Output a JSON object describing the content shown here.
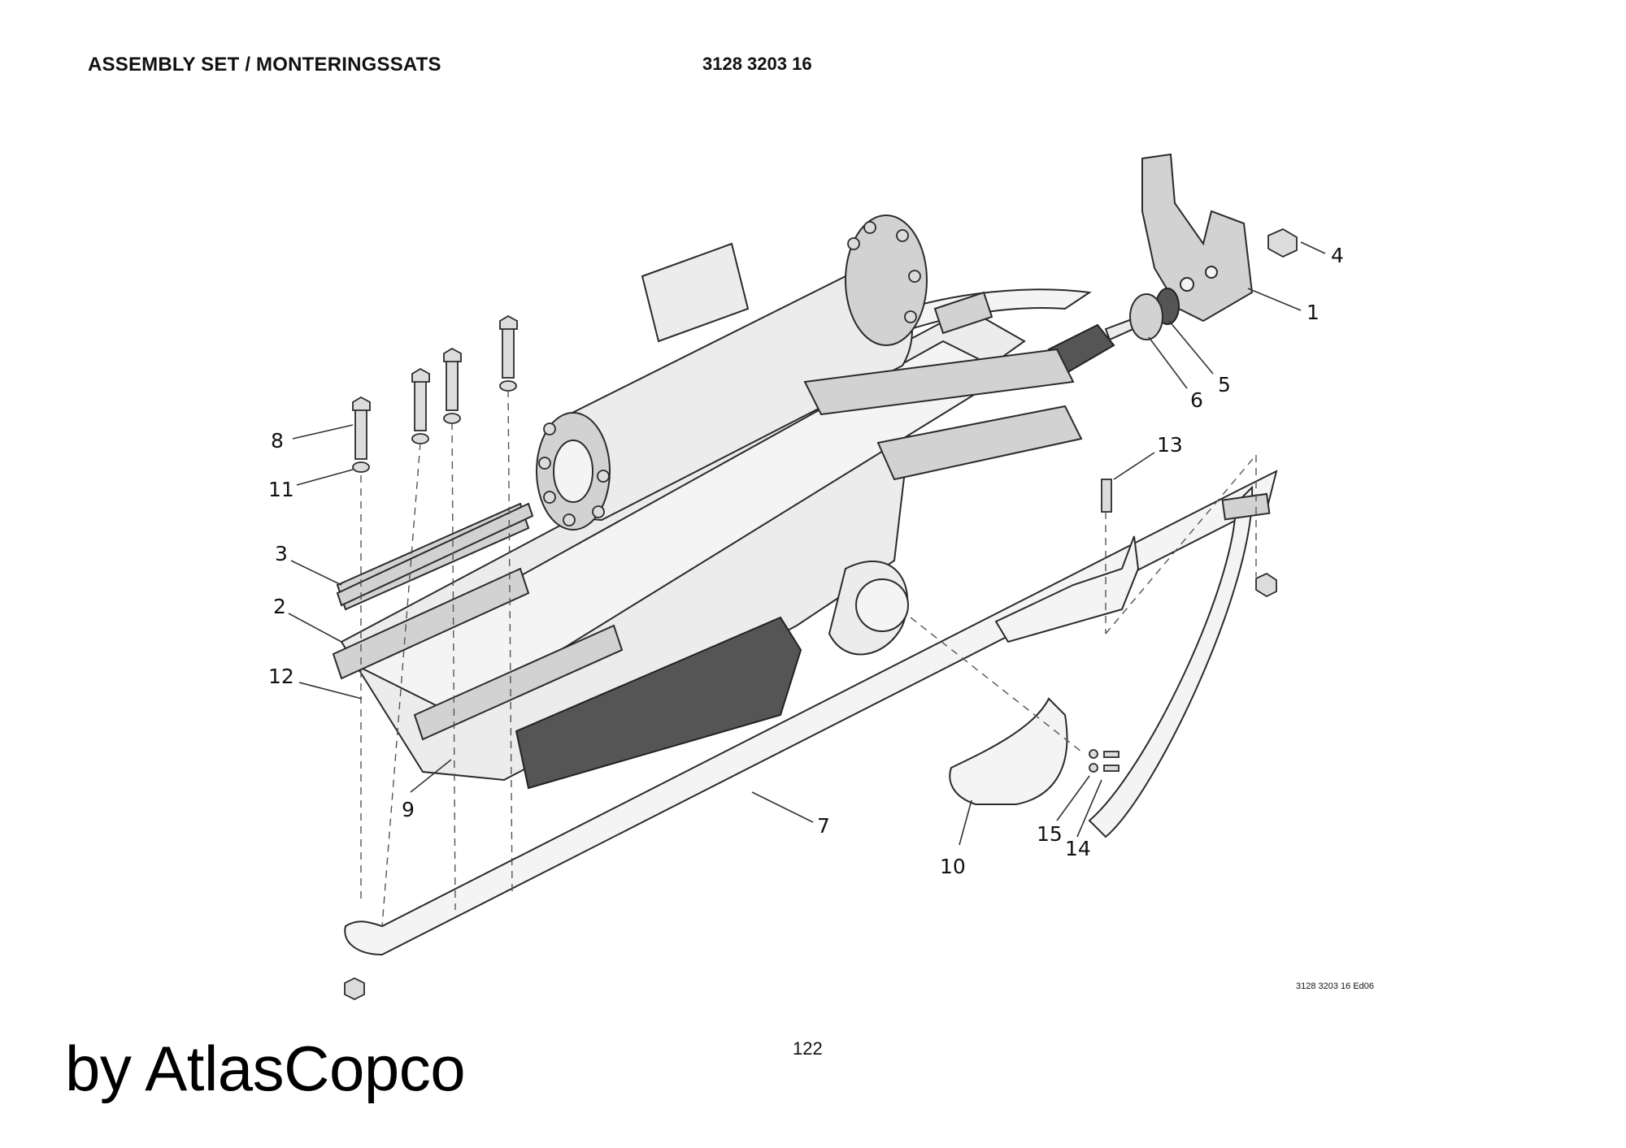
{
  "header": {
    "title": "ASSEMBLY SET / MONTERINGSSATS",
    "part_number": "3128 3203 16"
  },
  "callouts": {
    "c1": "1",
    "c2": "2",
    "c3": "3",
    "c4": "4",
    "c5": "5",
    "c6": "6",
    "c7": "7",
    "c8": "8",
    "c9": "9",
    "c10": "10",
    "c11": "11",
    "c12": "12",
    "c13": "13",
    "c14": "14",
    "c15": "15"
  },
  "footer": {
    "doc_code": "3128 3203 16 Ed06",
    "page_number": "122",
    "watermark": "by AtlasCopco"
  }
}
